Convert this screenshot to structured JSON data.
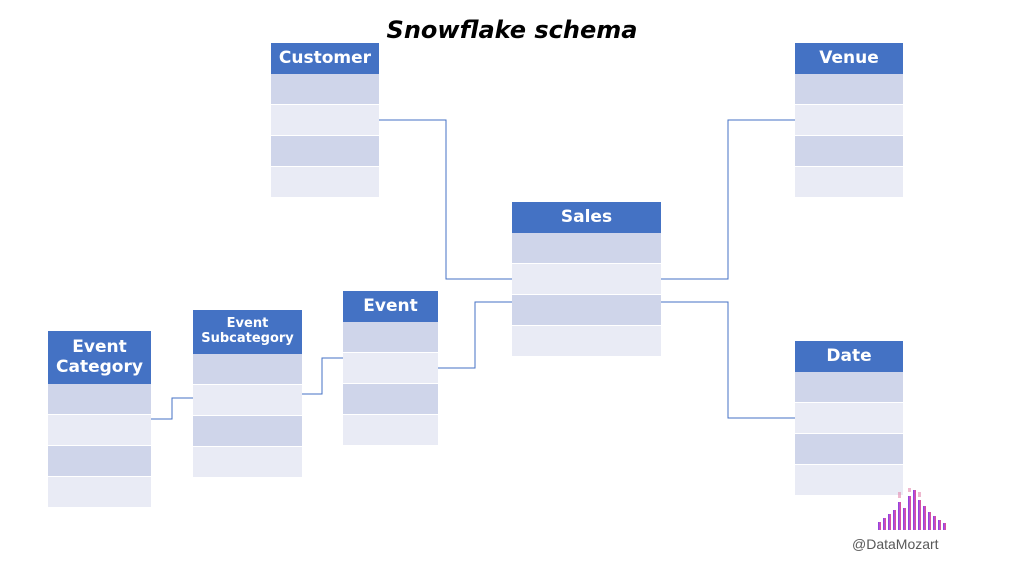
{
  "title": "Snowflake schema",
  "colors": {
    "header": "#4472c4",
    "row_dark": "#cfd5ea",
    "row_light": "#e9ebf5",
    "connector": "#4472c4"
  },
  "tables": {
    "customer": {
      "label": "Customer",
      "rows": 4
    },
    "venue": {
      "label": "Venue",
      "rows": 4
    },
    "sales": {
      "label": "Sales",
      "rows": 4
    },
    "event": {
      "label": "Event",
      "rows": 4
    },
    "event_subcategory": {
      "label": "Event\nSubcategory",
      "rows": 4
    },
    "event_category": {
      "label": "Event\nCategory",
      "rows": 4
    },
    "date": {
      "label": "Date",
      "rows": 4
    }
  },
  "relationships": [
    {
      "from": "customer",
      "to": "sales"
    },
    {
      "from": "venue",
      "to": "sales"
    },
    {
      "from": "date",
      "to": "sales"
    },
    {
      "from": "event",
      "to": "sales"
    },
    {
      "from": "event_subcategory",
      "to": "event"
    },
    {
      "from": "event_category",
      "to": "event_subcategory"
    }
  ],
  "brand": {
    "handle": "@DataMozart",
    "icon": "bar-logo-icon"
  }
}
